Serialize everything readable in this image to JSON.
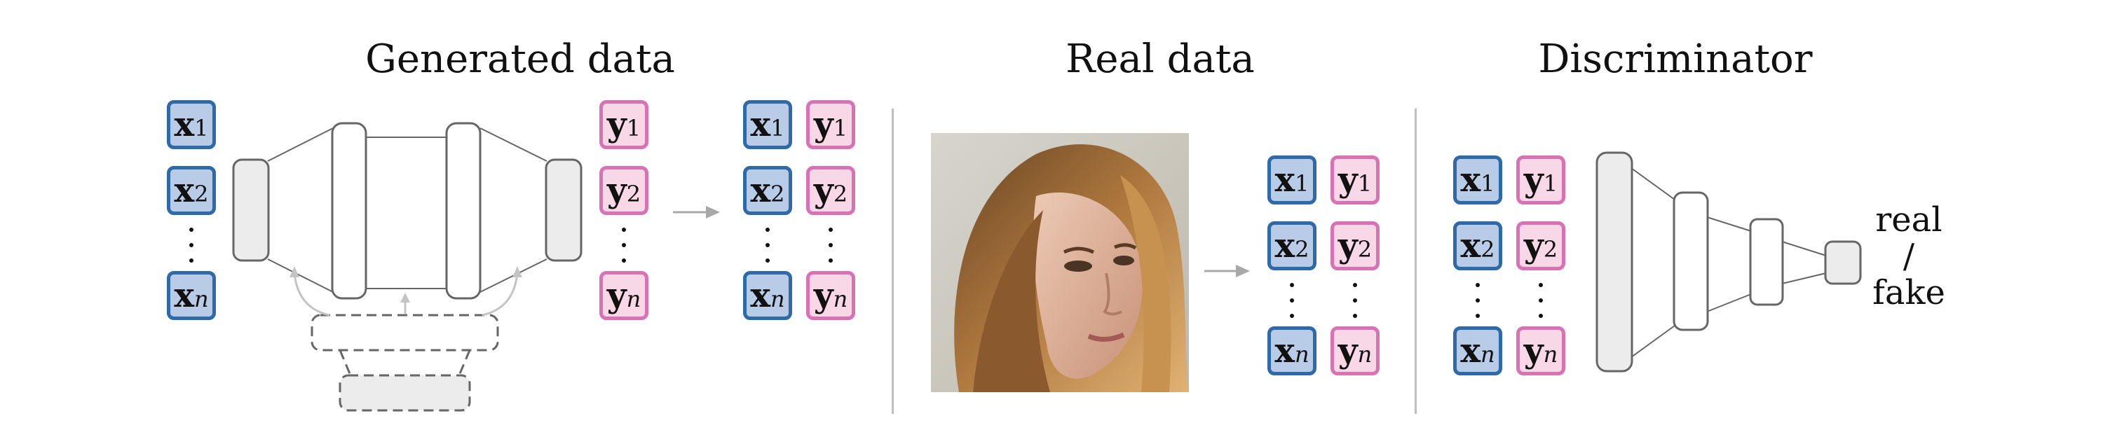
{
  "panels": {
    "generated": {
      "title": "Generated data"
    },
    "real": {
      "title": "Real data"
    },
    "discriminator": {
      "title": "Discriminator"
    }
  },
  "tokens": {
    "x_letter": "x",
    "y_letter": "y",
    "sub_1": "1",
    "sub_2": "2",
    "sub_n": "n"
  },
  "discriminator_output": {
    "line1": "real",
    "line2": "/",
    "line3": "fake"
  },
  "colors": {
    "x_fill": "#b9cce7",
    "x_border": "#2f6aa8",
    "y_fill": "#f8d8e7",
    "y_border": "#d872b4",
    "block_fill": "#ececec"
  },
  "icons": [
    "arrow-right-icon",
    "face-photo"
  ]
}
